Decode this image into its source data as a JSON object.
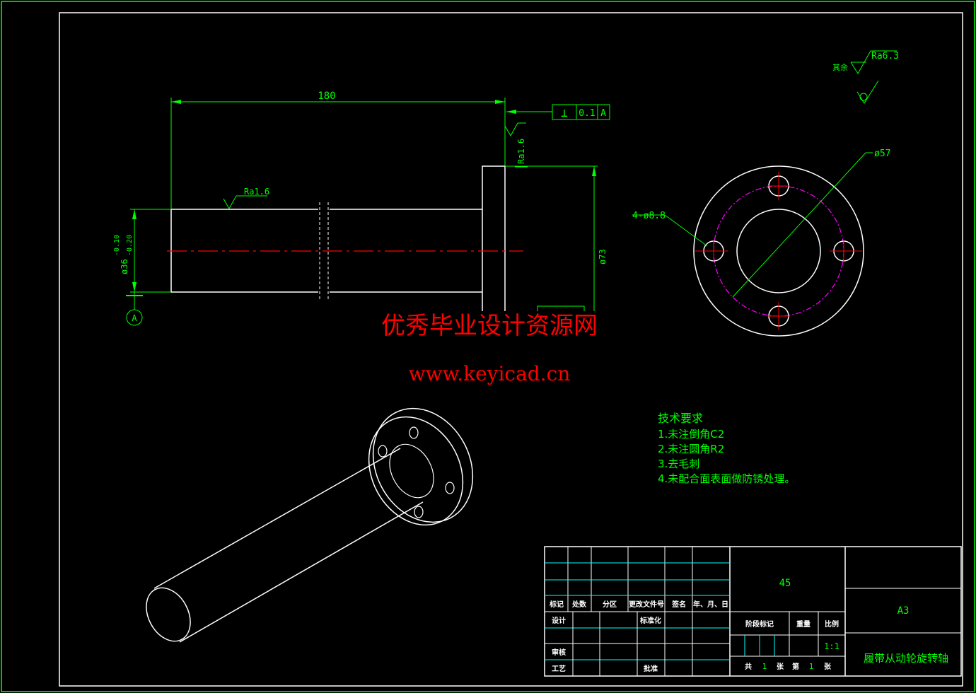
{
  "dimensions": {
    "length_180": "180",
    "diameter_36": "ø36",
    "tol_upper": "-0.10",
    "tol_lower": "-0.20",
    "diameter_73": "ø73",
    "diameter_57": "ø57",
    "holes": "4-ø8.8"
  },
  "roughness": {
    "shaft": "Ra1.6",
    "flange_face": "Ra1.6",
    "general": "Ra6.3",
    "general_prefix": "其余"
  },
  "tolerance_frame": {
    "symbol": "⊥",
    "value": "0.1",
    "datum": "A"
  },
  "datum_label": "A",
  "watermark": {
    "cn": "优秀毕业设计资源网",
    "url": "www.keyicad.cn"
  },
  "tech_requirements": {
    "heading": "技术要求",
    "items": [
      "1.未注倒角C2",
      "2.未注圆角R2",
      "3.去毛刺",
      "4.未配合面表面做防锈处理。"
    ]
  },
  "title_block": {
    "material": "45",
    "sheet_size": "A3",
    "part_name": "履带从动轮旋转轴",
    "scale": "1:1",
    "headers": {
      "mark": "标记",
      "count": "处数",
      "zone": "分区",
      "change_doc": "更改文件号",
      "sign": "签名",
      "date": "年、月、日",
      "design": "设计",
      "standardize": "标准化",
      "review": "审核",
      "process": "工艺",
      "approve": "批准",
      "stage_mark": "阶段标记",
      "weight": "重量",
      "ratio": "比例",
      "total": "共",
      "total_n": "1",
      "sheets": "张",
      "page": "第",
      "page_n": "1",
      "sheets2": "张"
    }
  },
  "colors": {
    "outline": "#ffffff",
    "dimension": "#00ff00",
    "centerline": "#ff0000",
    "pitch_circle": "#ff00ff",
    "title_block_lines": "#00ffff",
    "watermark": "#ff0000"
  }
}
